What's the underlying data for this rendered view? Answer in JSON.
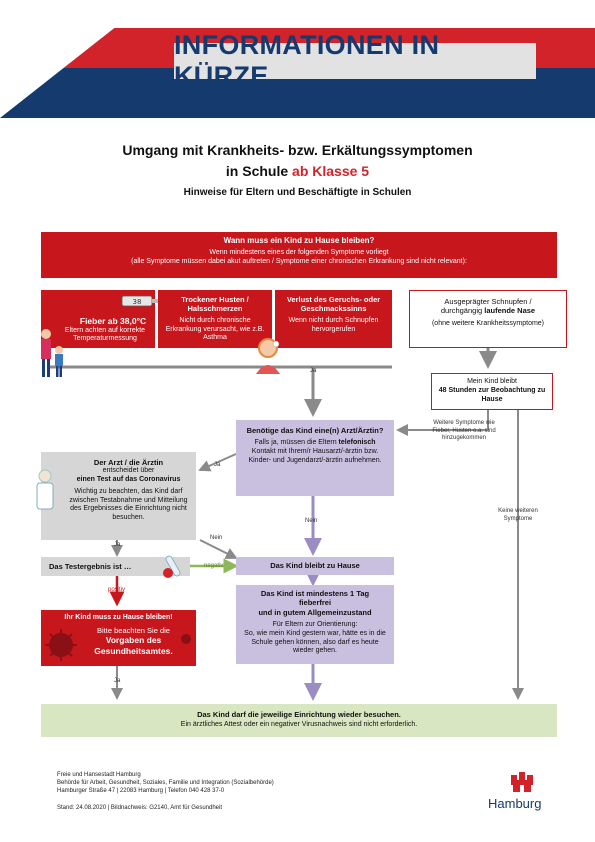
{
  "header": {
    "title": "INFORMATIONEN IN KÜRZE"
  },
  "titles": {
    "line1": "Umgang mit Krankheits- bzw. Erkältungssymptomen",
    "line2_prefix": "in Schule ",
    "line2_red": "ab Klasse 5",
    "subtitle": "Hinweise für Eltern und Beschäftigte in Schulen"
  },
  "question_box": {
    "title": "Wann muss ein Kind zu Hause bleiben?",
    "line1": "Wenn mindestens eines der folgenden Symptome vorliegt",
    "line2": "(alle Symptome müssen dabei akut auftreten / Symptome einer chronischen Erkrankung sind nicht relevant):"
  },
  "symptoms": [
    {
      "title": "Fieber ab 38,0°C",
      "body": "Eltern achten auf korrekte Temperaturmessung",
      "thermo": "38"
    },
    {
      "title": "Trockener Husten / Halsschmerzen",
      "body": "Nicht durch chronische Erkrankung verursacht, wie z.B. Asthma"
    },
    {
      "title": "Verlust des Geruchs- oder Geschmackssinns",
      "body": "Wenn nicht durch Schnupfen hervorgerufen"
    }
  ],
  "schnupfen": {
    "line1": "Ausgeprägter Schnupfen /",
    "line2a": "durchgängig ",
    "line2b": "laufende Nase",
    "line3": "(ohne weitere Krankheitssymptome)"
  },
  "stay48": {
    "line1": "Mein Kind bleibt",
    "line2": "48 Stunden zur Beobachtung zu Hause"
  },
  "arzt_question": {
    "title": "Benötige das Kind eine(n) Arzt/Ärztin?",
    "body_a": "Falls ja, müssen die Eltern ",
    "body_b": "telefonisch",
    "body_c": " Kontakt mit Ihrem/r Hausarzt/-ärztin bzw. Kinder- und Jugendarzt/-ärztin aufnehmen."
  },
  "arzt_decides": {
    "title1": "Der Arzt / die Ärztin",
    "title2": "entscheidet über",
    "title3": "einen Test auf das Coronavirus",
    "body": "Wichtig zu beachten, das Kind darf zwischen Testabnahme und Mitteilung des Ergebnisses die Einrichtung nicht besuchen."
  },
  "testresult": {
    "label": "Das Testergebnis ist …"
  },
  "stays_home": {
    "label": "Das Kind bleibt zu Hause"
  },
  "positive_box": {
    "title": "Ihr Kind muss zu Hause bleiben!",
    "body": "Bitte beachten Sie die",
    "bold1": "Vorgaben des",
    "bold2": "Gesundheitsamtes."
  },
  "fever_free": {
    "title1": "Das Kind ist mindestens 1 Tag",
    "title2": "fieberfrei",
    "title3": "und in gutem Allgemeinzustand",
    "orient": "Für Eltern zur Orientierung:",
    "body": "So, wie mein Kind gestern war, hätte es in die Schule gehen können, also darf es heute wieder gehen."
  },
  "final": {
    "title": "Das Kind darf die jeweilige Einrichtung wieder besuchen.",
    "body": "Ein ärztliches Attest oder ein negativer Virusnachweis sind nicht erforderlich."
  },
  "labels": {
    "ja1": "Ja",
    "ja2": "Ja",
    "ja3": "Ja",
    "ja4": "Ja",
    "nein1": "Nein",
    "nein2": "Nein",
    "negativ": "negativ",
    "positiv": "positiv",
    "weitere": "Weitere Symptome wie Fieber, Husten o.a. sind hinzugekommen",
    "keine": "Keine weiteren Symptome"
  },
  "footer": {
    "line1": "Freie und Hansestadt Hamburg",
    "line2": "Behörde für Arbeit, Gesundheit, Soziales, Familie und Integration (Sozialbehörde)",
    "line3": "Hamburger Straße 47 | 22083 Hamburg | Telefon 040 428 37-0",
    "line4": "Stand: 24.08.2020 | Bildnachweis: G2140, Amt für Gesundheit",
    "logo_text": "Hamburg"
  },
  "colors": {
    "red": "#c8161d",
    "blue": "#143a6e",
    "lilac": "#c9bfdf",
    "grey": "#d6d6d6",
    "green": "#d8e6c1"
  }
}
